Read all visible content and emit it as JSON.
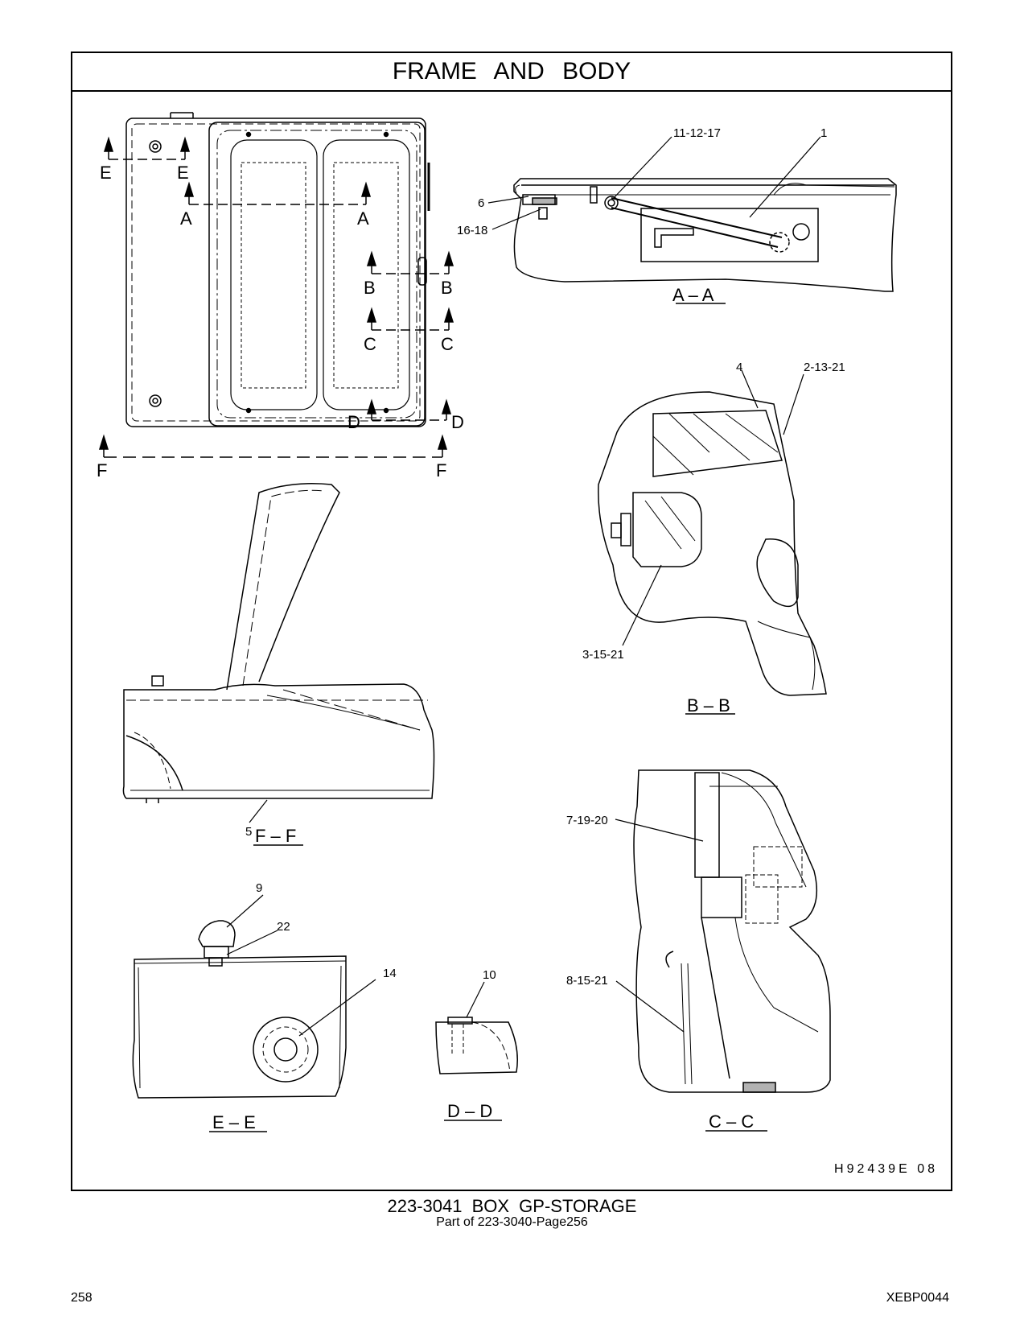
{
  "title": "FRAME AND BODY",
  "drawing_id": "H92439E 08",
  "caption": {
    "part": "223-3041 BOX GP-STORAGE",
    "part_of": "Part of 223-3040-Page256"
  },
  "footer": {
    "page_number": "258",
    "document_code": "XEBP0044"
  },
  "section_markers": {
    "E": "E",
    "A": "A",
    "B": "B",
    "C": "C",
    "D": "D",
    "F": "F"
  },
  "views": {
    "aa": "A – A",
    "bb": "B – B",
    "cc": "C – C",
    "dd": "D – D",
    "ee": "E – E",
    "ff": "F – F"
  },
  "callouts": {
    "c1": "1",
    "c11_12_17": "11-12-17",
    "c6": "6",
    "c16_18": "16-18",
    "c4": "4",
    "c2_13_21": "2-13-21",
    "c3_15_21": "3-15-21",
    "c7_19_20": "7-19-20",
    "c8_15_21": "8-15-21",
    "c5": "5",
    "c9": "9",
    "c22": "22",
    "c14": "14",
    "c10": "10"
  }
}
